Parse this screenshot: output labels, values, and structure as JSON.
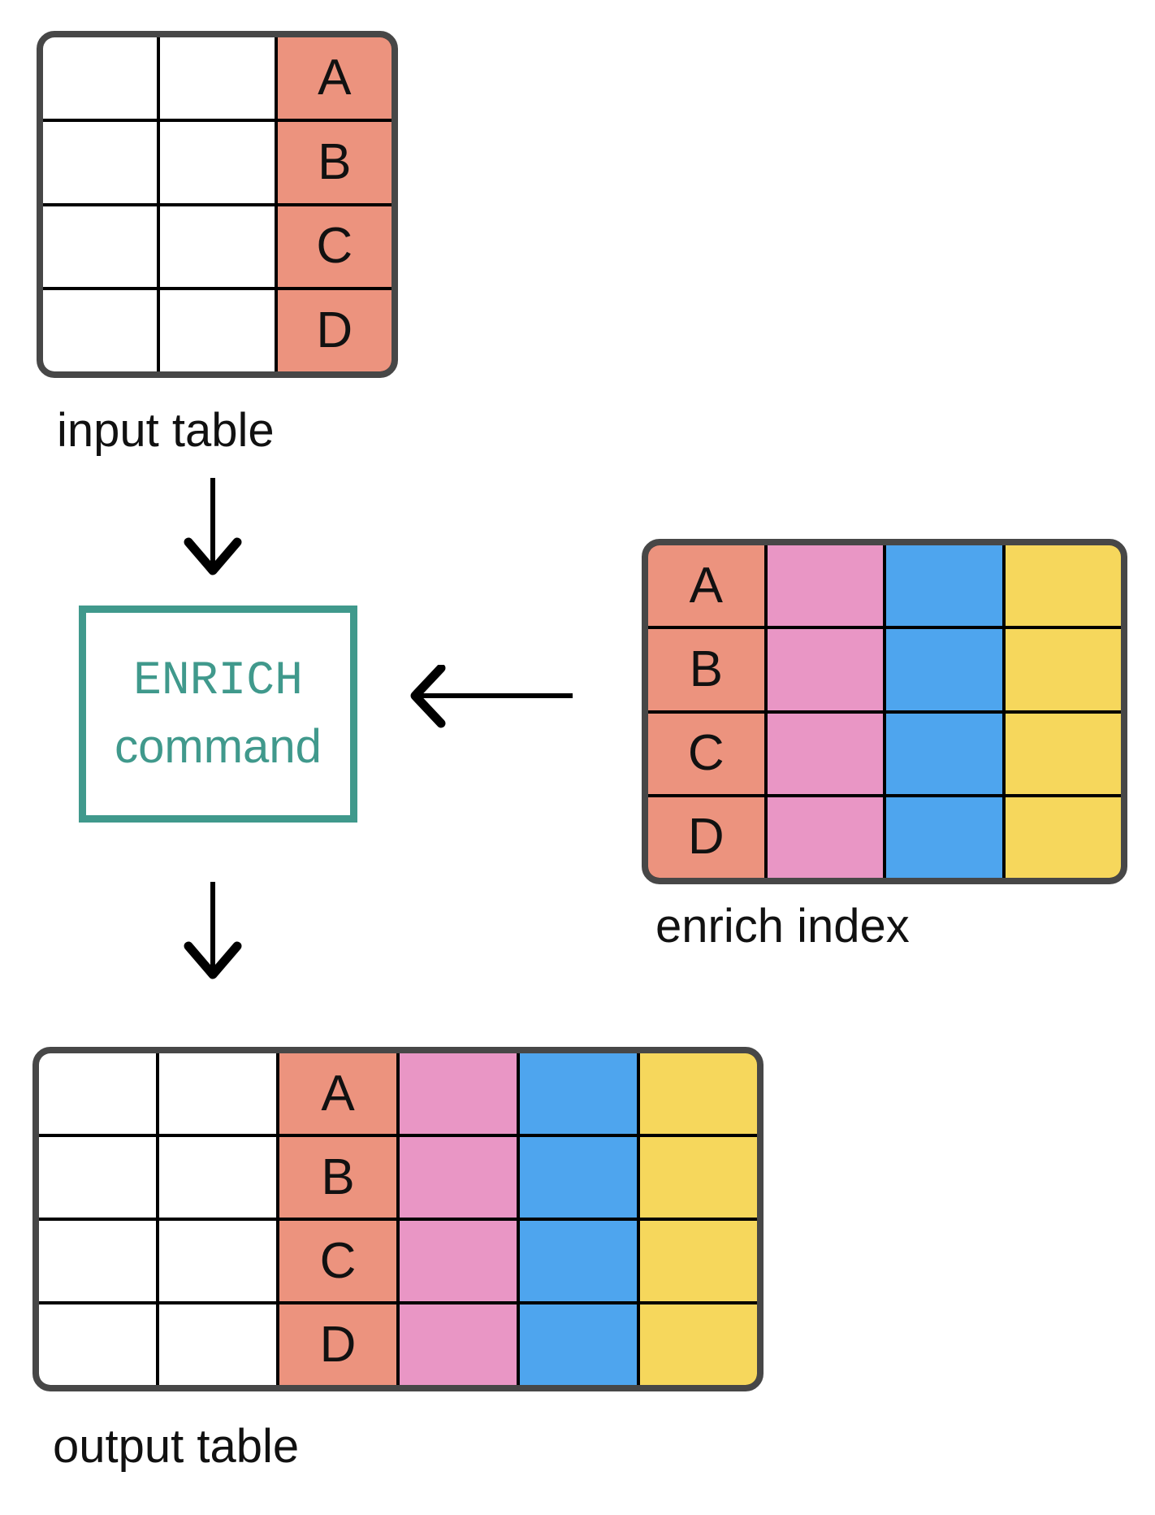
{
  "colors": {
    "white": "#ffffff",
    "salmon": "#ec937e",
    "pink": "#e996c5",
    "blue": "#4ea5ee",
    "yellow": "#f6d75c",
    "teal": "#40998c",
    "frame": "#474747",
    "grid_line": "#000000",
    "arrow": "#000000",
    "text": "#111111"
  },
  "enrich_box": {
    "line1": "ENRICH",
    "line2": "command"
  },
  "tables": {
    "input": {
      "label": "input table",
      "column_colors": [
        "white",
        "white",
        "salmon"
      ],
      "rows": [
        [
          "",
          "",
          "A"
        ],
        [
          "",
          "",
          "B"
        ],
        [
          "",
          "",
          "C"
        ],
        [
          "",
          "",
          "D"
        ]
      ]
    },
    "index": {
      "label": "enrich index",
      "column_colors": [
        "salmon",
        "pink",
        "blue",
        "yellow"
      ],
      "rows": [
        [
          "A",
          "",
          "",
          ""
        ],
        [
          "B",
          "",
          "",
          ""
        ],
        [
          "C",
          "",
          "",
          ""
        ],
        [
          "D",
          "",
          "",
          ""
        ]
      ]
    },
    "output": {
      "label": "output table",
      "column_colors": [
        "white",
        "white",
        "salmon",
        "pink",
        "blue",
        "yellow"
      ],
      "rows": [
        [
          "",
          "",
          "A",
          "",
          "",
          ""
        ],
        [
          "",
          "",
          "B",
          "",
          "",
          ""
        ],
        [
          "",
          "",
          "C",
          "",
          "",
          ""
        ],
        [
          "",
          "",
          "D",
          "",
          "",
          ""
        ]
      ]
    }
  },
  "arrows": [
    {
      "name": "input-to-enrich",
      "direction": "down"
    },
    {
      "name": "index-to-enrich",
      "direction": "left"
    },
    {
      "name": "enrich-to-output",
      "direction": "down"
    }
  ]
}
